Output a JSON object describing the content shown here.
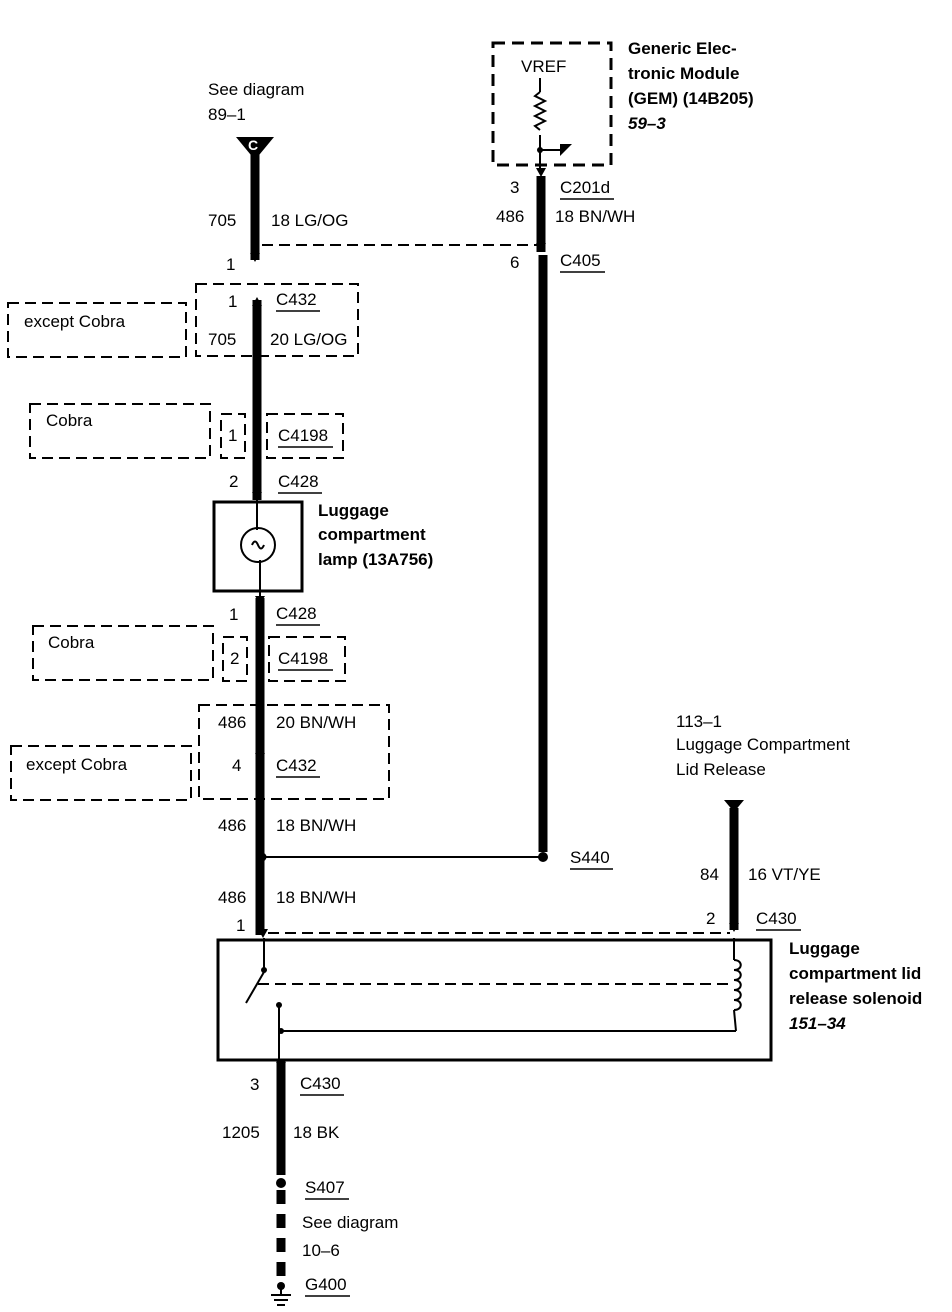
{
  "refs": {
    "see_diagram_top": "See diagram",
    "see_diagram_top_num": "89–1",
    "connector_c": "C",
    "release_num": "113–1",
    "release_line1": "Luggage Compartment",
    "release_line2": "Lid Release",
    "see_diagram_bottom": "See diagram",
    "see_diagram_bottom_num": "10–6"
  },
  "gem": {
    "line1": "Generic Elec-",
    "line2": "tronic Module",
    "line3": "(GEM) (14B205)",
    "page": "59–3",
    "vref": "VREF",
    "pin": "3",
    "connector": "C201d"
  },
  "wires": {
    "w705_top": "705",
    "w705_top_spec": "18 LG/OG",
    "w705_mid": "705",
    "w705_mid_spec": "20 LG/OG",
    "w486_gem": "486",
    "w486_gem_spec": "18 BN/WH",
    "w486_lower": "486",
    "w486_lower_spec": "20 BN/WH",
    "w486_a": "486",
    "w486_a_spec": "18 BN/WH",
    "w486_b": "486",
    "w486_b_spec": "18 BN/WH",
    "w84": "84",
    "w84_spec": "16 VT/YE",
    "w1205": "1205",
    "w1205_spec": "18 BK"
  },
  "connectors": {
    "c405_left_pin": "1",
    "c405_right_pin": "6",
    "c405": "C405",
    "c432_top_pin": "1",
    "c432_top": "C432",
    "c4198_top_pin": "1",
    "c4198_top": "C4198",
    "c428_top_pin": "2",
    "c428_top": "C428",
    "c428_bot_pin": "1",
    "c428_bot": "C428",
    "c4198_bot_pin": "2",
    "c4198_bot": "C4198",
    "c432_bot_pin": "4",
    "c432_bot": "C432",
    "c430_left_pin": "1",
    "c430_right_pin": "2",
    "c430_top": "C430",
    "c430_bot_pin": "3",
    "c430_bot": "C430"
  },
  "variants": {
    "except_cobra_top": "except Cobra",
    "cobra_top": "Cobra",
    "cobra_bot": "Cobra",
    "except_cobra_bot": "except Cobra"
  },
  "lamp": {
    "line1": "Luggage",
    "line2": "compartment",
    "line3": "lamp (13A756)"
  },
  "solenoid": {
    "line1": "Luggage",
    "line2": "compartment lid",
    "line3": "release solenoid",
    "page": "151–34"
  },
  "splices": {
    "s440": "S440",
    "s407": "S407"
  },
  "ground": {
    "g400": "G400"
  }
}
